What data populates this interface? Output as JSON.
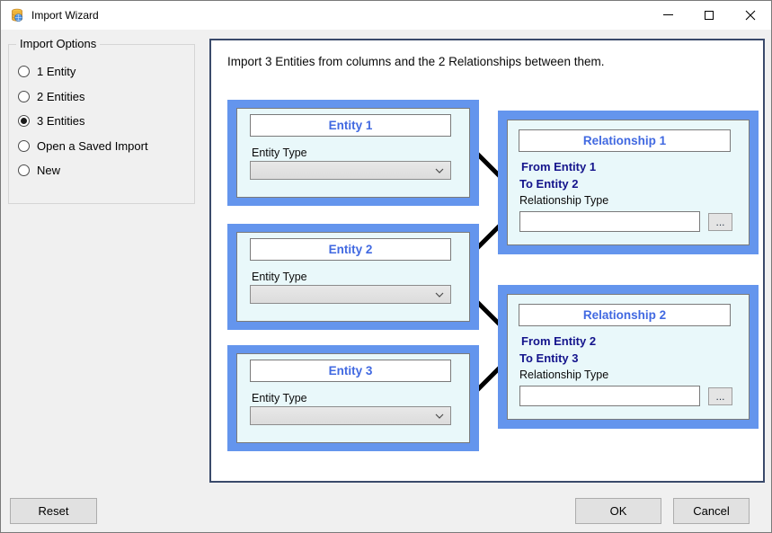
{
  "window": {
    "title": "Import Wizard"
  },
  "sidebar": {
    "group_label": "Import Options",
    "options": [
      {
        "label": "1 Entity",
        "selected": false
      },
      {
        "label": "2 Entities",
        "selected": false
      },
      {
        "label": "3 Entities",
        "selected": true
      },
      {
        "label": "Open a Saved Import",
        "selected": false
      },
      {
        "label": "New",
        "selected": false
      }
    ]
  },
  "main": {
    "heading": "Import 3 Entities from columns and the 2 Relationships between them.",
    "entities": [
      {
        "title": "Entity 1",
        "type_label": "Entity Type",
        "type_value": ""
      },
      {
        "title": "Entity 2",
        "type_label": "Entity Type",
        "type_value": ""
      },
      {
        "title": "Entity 3",
        "type_label": "Entity Type",
        "type_value": ""
      }
    ],
    "relationships": [
      {
        "title": "Relationship 1",
        "from_label": "From Entity 1",
        "to_label": "To Entity 2",
        "type_label": "Relationship Type",
        "type_value": "",
        "browse_label": "..."
      },
      {
        "title": "Relationship 2",
        "from_label": "From Entity 2",
        "to_label": "To Entity 3",
        "type_label": "Relationship Type",
        "type_value": "",
        "browse_label": "..."
      }
    ]
  },
  "footer": {
    "reset_label": "Reset",
    "ok_label": "OK",
    "cancel_label": "Cancel"
  },
  "colors": {
    "frame_blue": "#6495ED",
    "panel_border": "#3A4A6B",
    "box_title_blue": "#4169E1",
    "from_to_navy": "#14148C",
    "inner_background": "#E9F8FA",
    "connector_black": "#000000"
  }
}
